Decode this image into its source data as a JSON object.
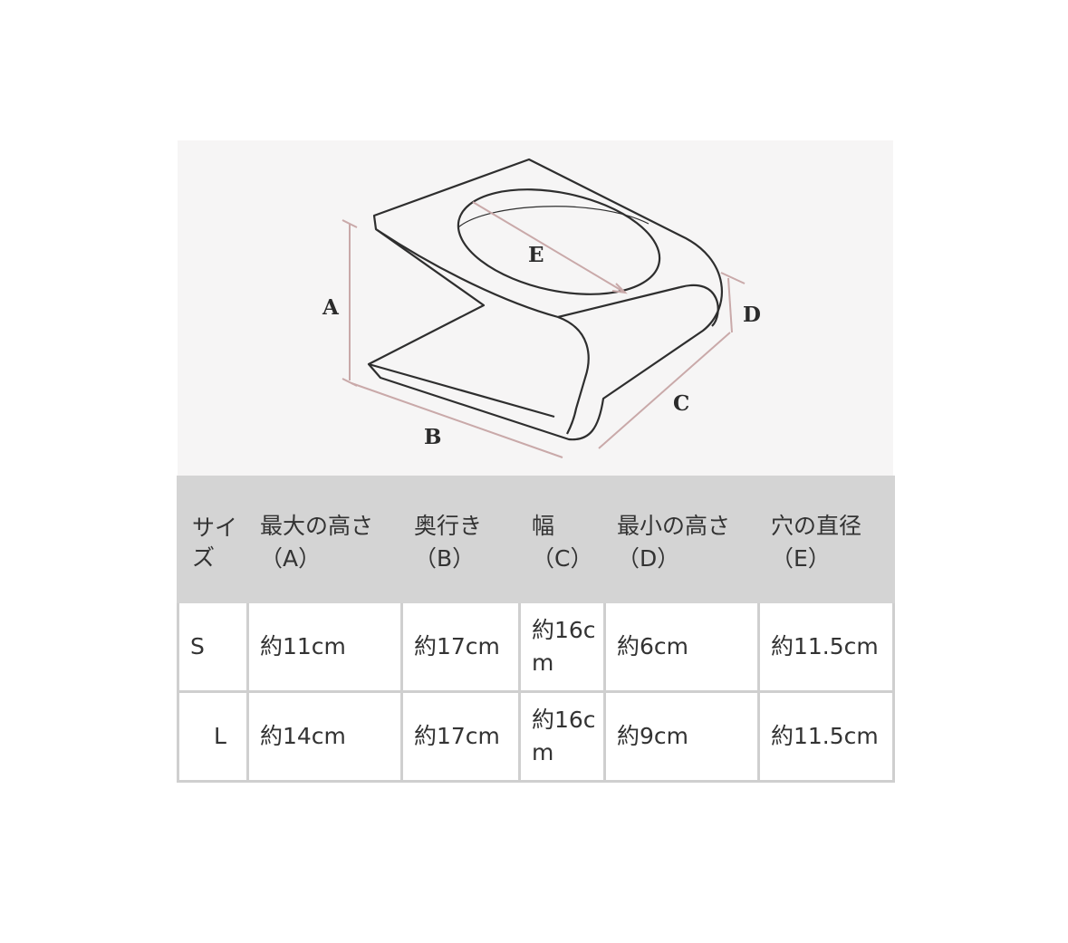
{
  "diagram": {
    "labels": {
      "a": "A",
      "b": "B",
      "c": "C",
      "d": "D",
      "e": "E"
    }
  },
  "table": {
    "headers": [
      "サイズ",
      "最大の高さ（A）",
      "奥行き（B）",
      "幅（C）",
      "最小の高さ（D）",
      "穴の直径（E）"
    ],
    "rows": [
      [
        "S",
        "約11cm",
        "約17cm",
        "約16cm",
        "約6cm",
        "約11.5cm"
      ],
      [
        "L",
        "約14cm",
        "約17cm",
        "約16cm",
        "約9cm",
        "約11.5cm"
      ]
    ]
  },
  "colors": {
    "header_bg": "#d4d4d4",
    "border": "#cfcfcf",
    "dimension_line": "#c9a9a9",
    "outline": "#2e2e2e"
  }
}
